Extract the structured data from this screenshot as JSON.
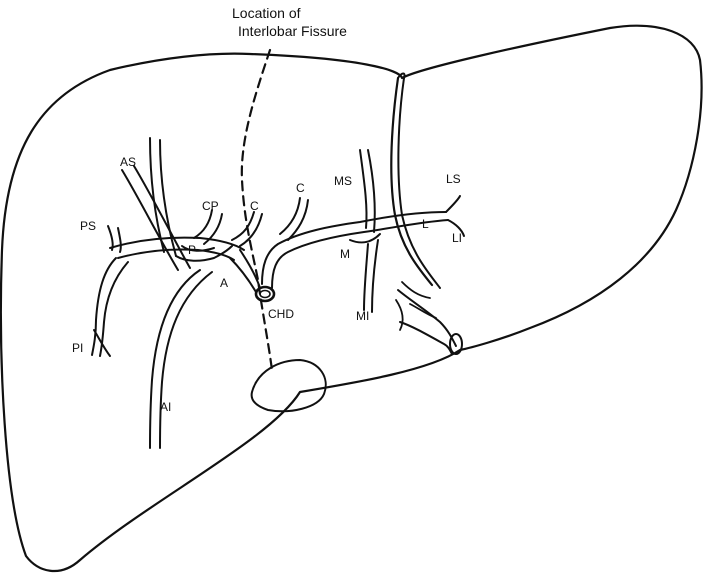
{
  "title": {
    "line1": "Location of",
    "line2": "Interlobar Fissure"
  },
  "labels": {
    "AS": "AS",
    "PS": "PS",
    "CP": "CP",
    "C_left": "C",
    "C_right": "C",
    "P": "P",
    "A": "A",
    "CHD": "CHD",
    "PI": "PI",
    "AI": "AI",
    "MS": "MS",
    "M": "M",
    "MI": "MI",
    "LS": "LS",
    "L": "L",
    "LI": "LI"
  },
  "colors": {
    "ink": "#111111",
    "background": "#ffffff"
  }
}
